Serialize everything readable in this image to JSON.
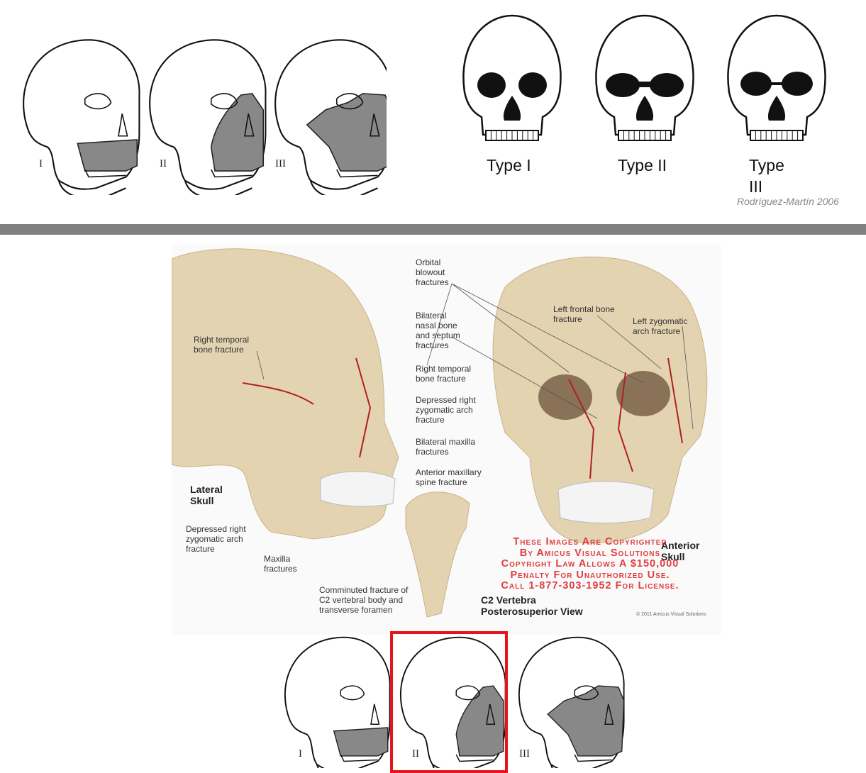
{
  "top_left": {
    "roman_labels": [
      "I",
      "II",
      "III"
    ]
  },
  "top_right": {
    "type_labels": [
      "Type I",
      "Type II",
      "Type III"
    ],
    "citation": "Rodríguez-Martín 2006"
  },
  "illustration": {
    "labels": {
      "orbital": "Orbital blowout fractures",
      "nasal": "Bilateral nasal bone and septum fractures",
      "right_temporal_center": "Right temporal bone fracture",
      "depressed_center": "Depressed right zygomatic arch fracture",
      "maxilla_bilateral": "Bilateral maxilla fractures",
      "anterior_spine": "Anterior maxillary spine fracture",
      "right_temporal_left": "Right temporal bone fracture",
      "left_frontal": "Left frontal bone fracture",
      "left_zygomatic": "Left zygomatic arch fracture",
      "lateral_skull": "Lateral Skull",
      "depressed_left": "Depressed right zygomatic arch fracture",
      "maxilla": "Maxilla fractures",
      "comminuted": "Comminuted fracture of C2 vertebral body and transverse foramen",
      "c2": "C2 Vertebra Posterosuperior View",
      "anterior_skull": "Anterior Skull"
    },
    "watermark": [
      "These Images Are Copyrighted",
      "By Amicus Visual Solutions",
      "Copyright Law Allows A $150,000",
      "Penalty For Unauthorized Use.",
      "Call 1-877-303-1952 For License."
    ],
    "copyright": "© 2011 Amicus Visual Solutions"
  },
  "bottom": {
    "roman_labels": [
      "I",
      "II",
      "III"
    ],
    "highlighted": "II",
    "highlight_color": "#e8141b"
  },
  "colors": {
    "fracture_fill": "#888888",
    "divider": "#808080",
    "bone": "#e3d3b0",
    "fracture_line": "#b0201f"
  }
}
